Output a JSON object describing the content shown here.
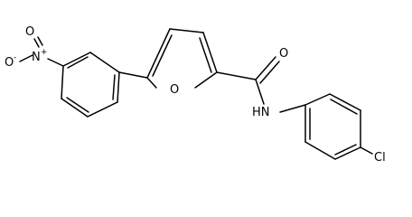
{
  "molecule": {
    "atom_labels": {
      "nitro_o_minus": "O",
      "nitro_o_minus_charge": "-",
      "nitro_n": "N",
      "nitro_n_charge": "+",
      "nitro_o": "O",
      "furan_o": "O",
      "amide_o": "O",
      "amide_nh": "HN",
      "chlorine": "Cl"
    }
  }
}
